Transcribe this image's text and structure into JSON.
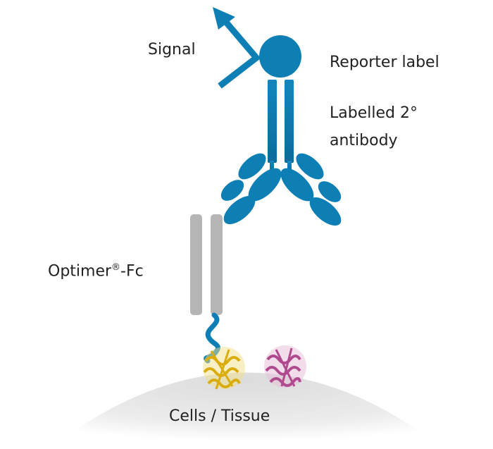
{
  "labels": {
    "signal": "Signal",
    "reporter": "Reporter label",
    "secondary_line1": "Labelled 2°",
    "secondary_line2": "antibody",
    "optimer_name": "Optimer",
    "optimer_reg": "®",
    "optimer_suffix": "-Fc",
    "cells": "Cells / Tissue"
  },
  "colors": {
    "antibody_blue": "#0e7fb5",
    "fc_grey": "#b5b5b5",
    "target_protein": "#e8c21a",
    "other_protein": "#b04a8e",
    "surface": "#e4e4e4"
  }
}
